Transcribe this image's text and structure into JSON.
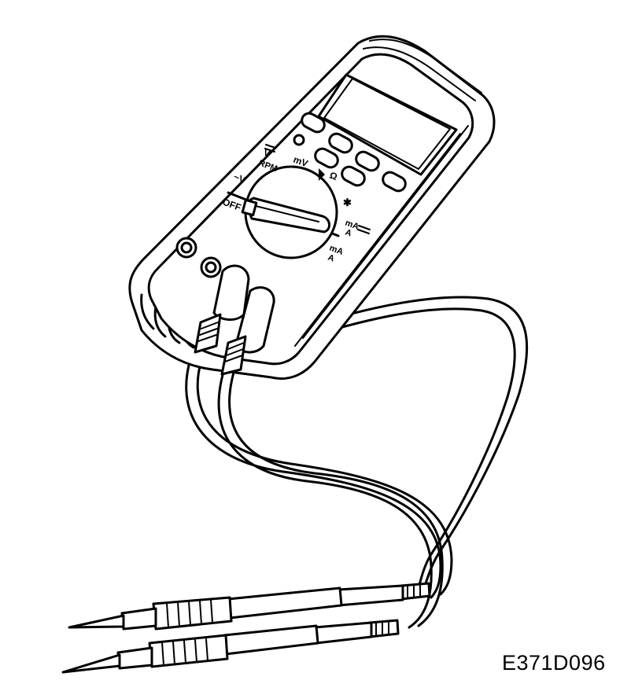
{
  "figure_code": "E371D096",
  "dial_labels": {
    "off": "OFF",
    "ac_volts": "~V",
    "dc_volts": "V",
    "rpm": "RPM",
    "millivolts": "mV",
    "ohms": "Ω",
    "dc_milliamps": "mA",
    "dc_amps": "A",
    "ac_milliamps": "mA",
    "ac_amps": "A"
  }
}
